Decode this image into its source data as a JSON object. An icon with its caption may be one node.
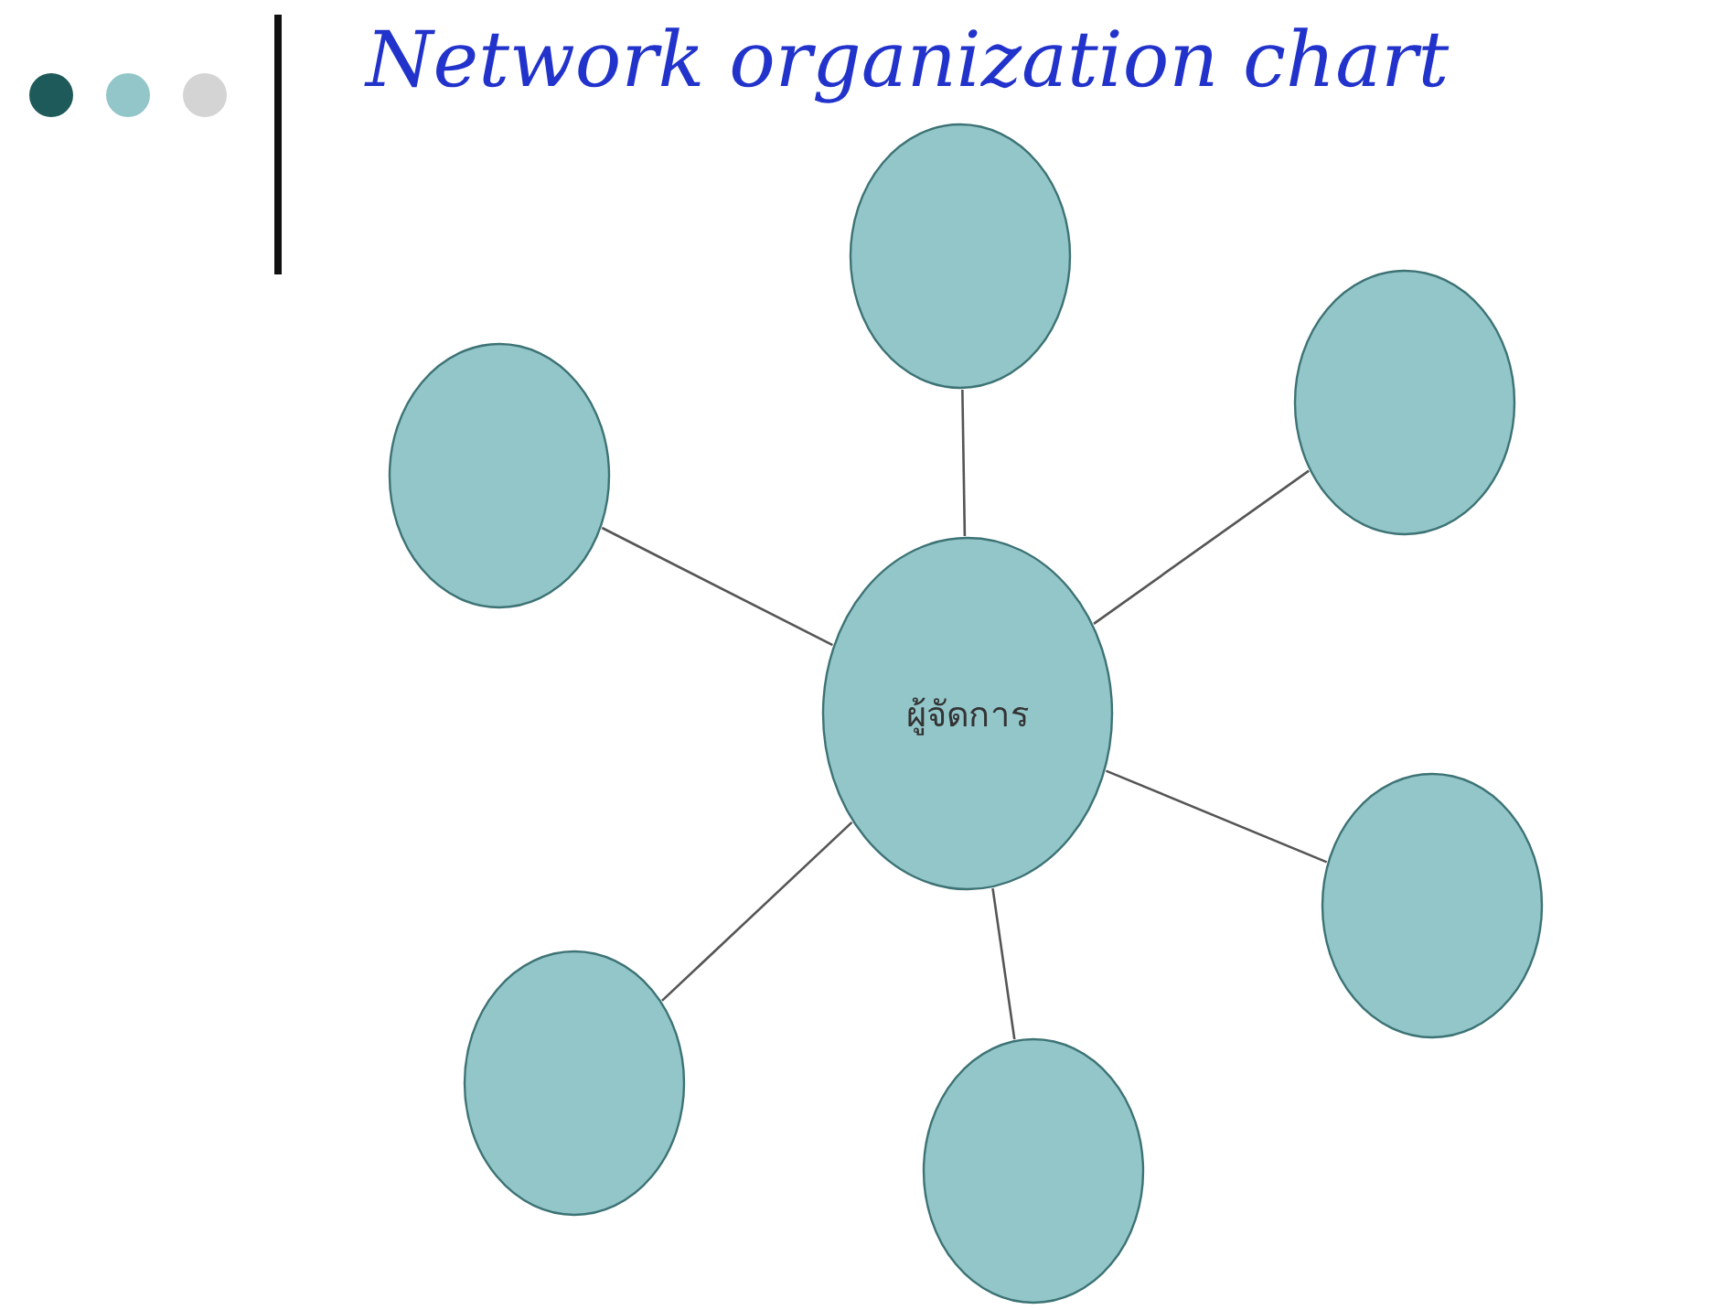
{
  "diagram": {
    "title": "Network organization chart",
    "nodes": [
      {
        "text": [],
        "shape": "circle"
      },
      {
        "text": [],
        "shape": "circle"
      },
      {
        "text": [],
        "shape": "circle"
      },
      {
        "text": [
          "ผู้จัดการ"
        ]
      },
      {
        "text": [],
        "shape": "circle"
      },
      {
        "text": [],
        "shape": "circle"
      },
      {
        "text": [],
        "shape": "circle"
      }
    ],
    "edges": [
      {
        "from": 3,
        "to": 0,
        "arrow": "none"
      },
      {
        "from": 3,
        "to": 1,
        "arrow": "none"
      },
      {
        "from": 3,
        "to": 2,
        "arrow": "none"
      },
      {
        "from": 3,
        "to": 4,
        "arrow": "none"
      },
      {
        "from": 3,
        "to": 5,
        "arrow": "none"
      },
      {
        "from": 3,
        "to": 6,
        "arrow": "none"
      }
    ]
  }
}
